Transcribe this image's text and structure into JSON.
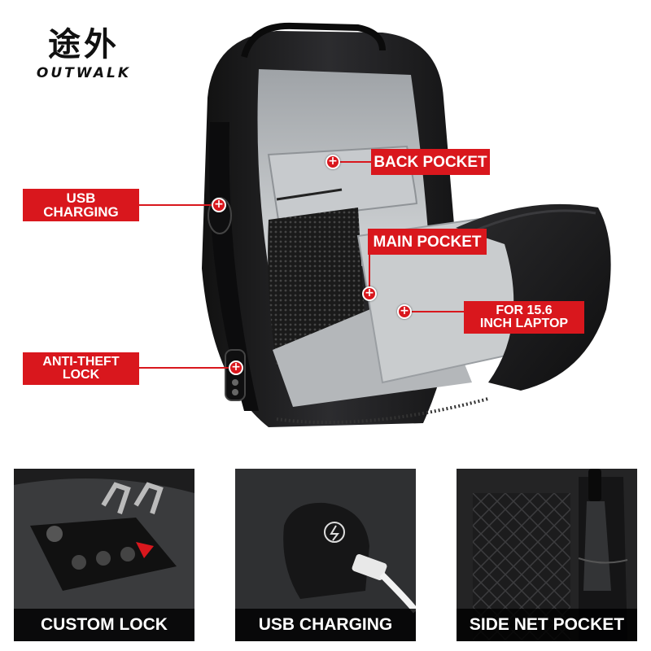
{
  "brand": {
    "name_cn": "途外",
    "name_en": "OUTWALK"
  },
  "callouts": {
    "back_pocket": "BACK POCKET",
    "usb_charging_line1": "USB",
    "usb_charging_line2": "CHARGING",
    "main_pocket": "MAIN POCKET",
    "laptop_line1": "FOR 15.6",
    "laptop_line2": "INCH LAPTOP",
    "anti_theft_line1": "ANTI-THEFT",
    "anti_theft_line2": "LOCK",
    "marker_symbol": "+"
  },
  "panels": [
    {
      "caption": "CUSTOM LOCK"
    },
    {
      "caption": "USB CHARGING"
    },
    {
      "caption": "SIDE NET POCKET"
    }
  ],
  "colors": {
    "accent_red": "#d9171d",
    "bag_black": "#1c1c1e",
    "lining_gray": "#b9bcbf"
  }
}
